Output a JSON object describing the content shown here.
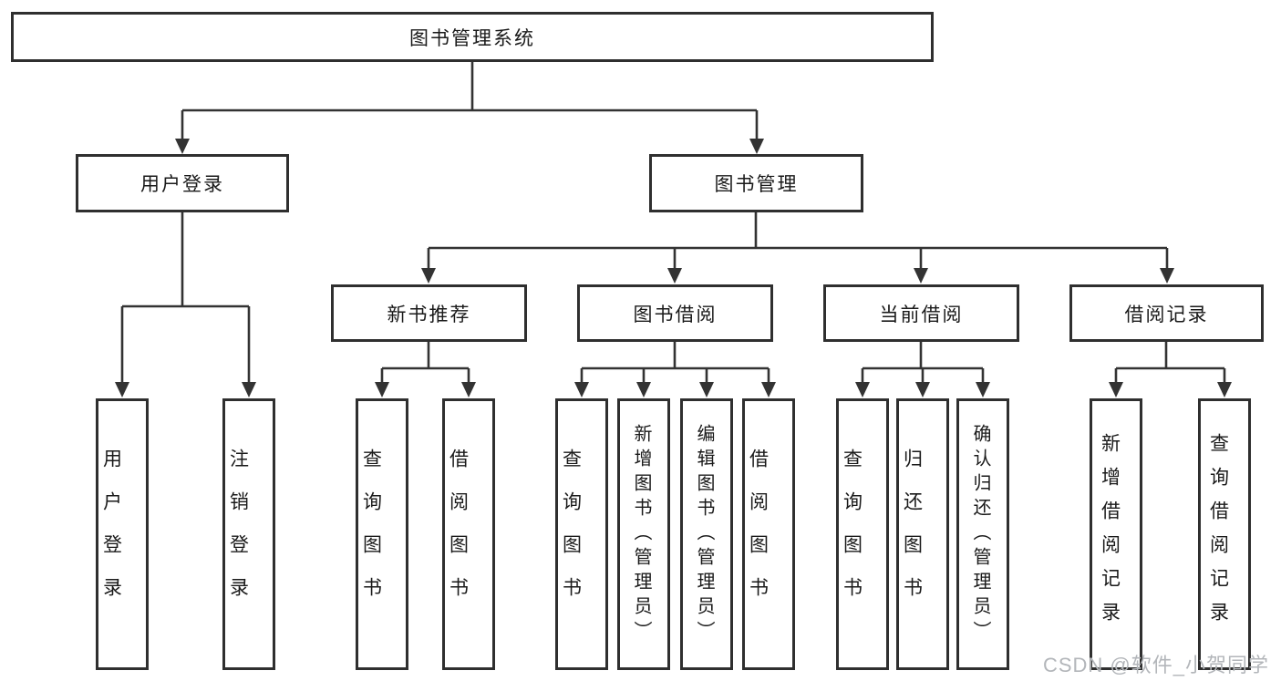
{
  "diagram_type": "hierarchy-tree",
  "root": {
    "label": "图书管理系统"
  },
  "level1": [
    {
      "label": "用户登录",
      "parent": "图书管理系统"
    },
    {
      "label": "图书管理",
      "parent": "图书管理系统"
    }
  ],
  "level2": [
    {
      "label": "新书推荐",
      "parent": "图书管理"
    },
    {
      "label": "图书借阅",
      "parent": "图书管理"
    },
    {
      "label": "当前借阅",
      "parent": "图书管理"
    },
    {
      "label": "借阅记录",
      "parent": "图书管理"
    }
  ],
  "leaves": [
    {
      "label": "用户登录",
      "parent": "用户登录"
    },
    {
      "label": "注销登录",
      "parent": "用户登录"
    },
    {
      "label": "查询图书",
      "parent": "新书推荐"
    },
    {
      "label": "借阅图书",
      "parent": "新书推荐"
    },
    {
      "label": "查询图书",
      "parent": "图书借阅"
    },
    {
      "label": "新增图书（管理员）",
      "parent": "图书借阅"
    },
    {
      "label": "编辑图书（管理员）",
      "parent": "图书借阅"
    },
    {
      "label": "借阅图书",
      "parent": "图书借阅"
    },
    {
      "label": "查询图书",
      "parent": "当前借阅"
    },
    {
      "label": "归还图书",
      "parent": "当前借阅"
    },
    {
      "label": "确认归还（管理员）",
      "parent": "当前借阅"
    },
    {
      "label": "新增借阅记录",
      "parent": "借阅记录"
    },
    {
      "label": "查询借阅记录",
      "parent": "借阅记录"
    }
  ],
  "watermark": "CSDN @软件_小贺同学",
  "colors": {
    "line": "#333333",
    "box_border": "#2f2f2f",
    "box_fill": "#ffffff",
    "text": "#1a1a1a",
    "watermark": "#b3b6ba",
    "bg": "#ffffff"
  }
}
